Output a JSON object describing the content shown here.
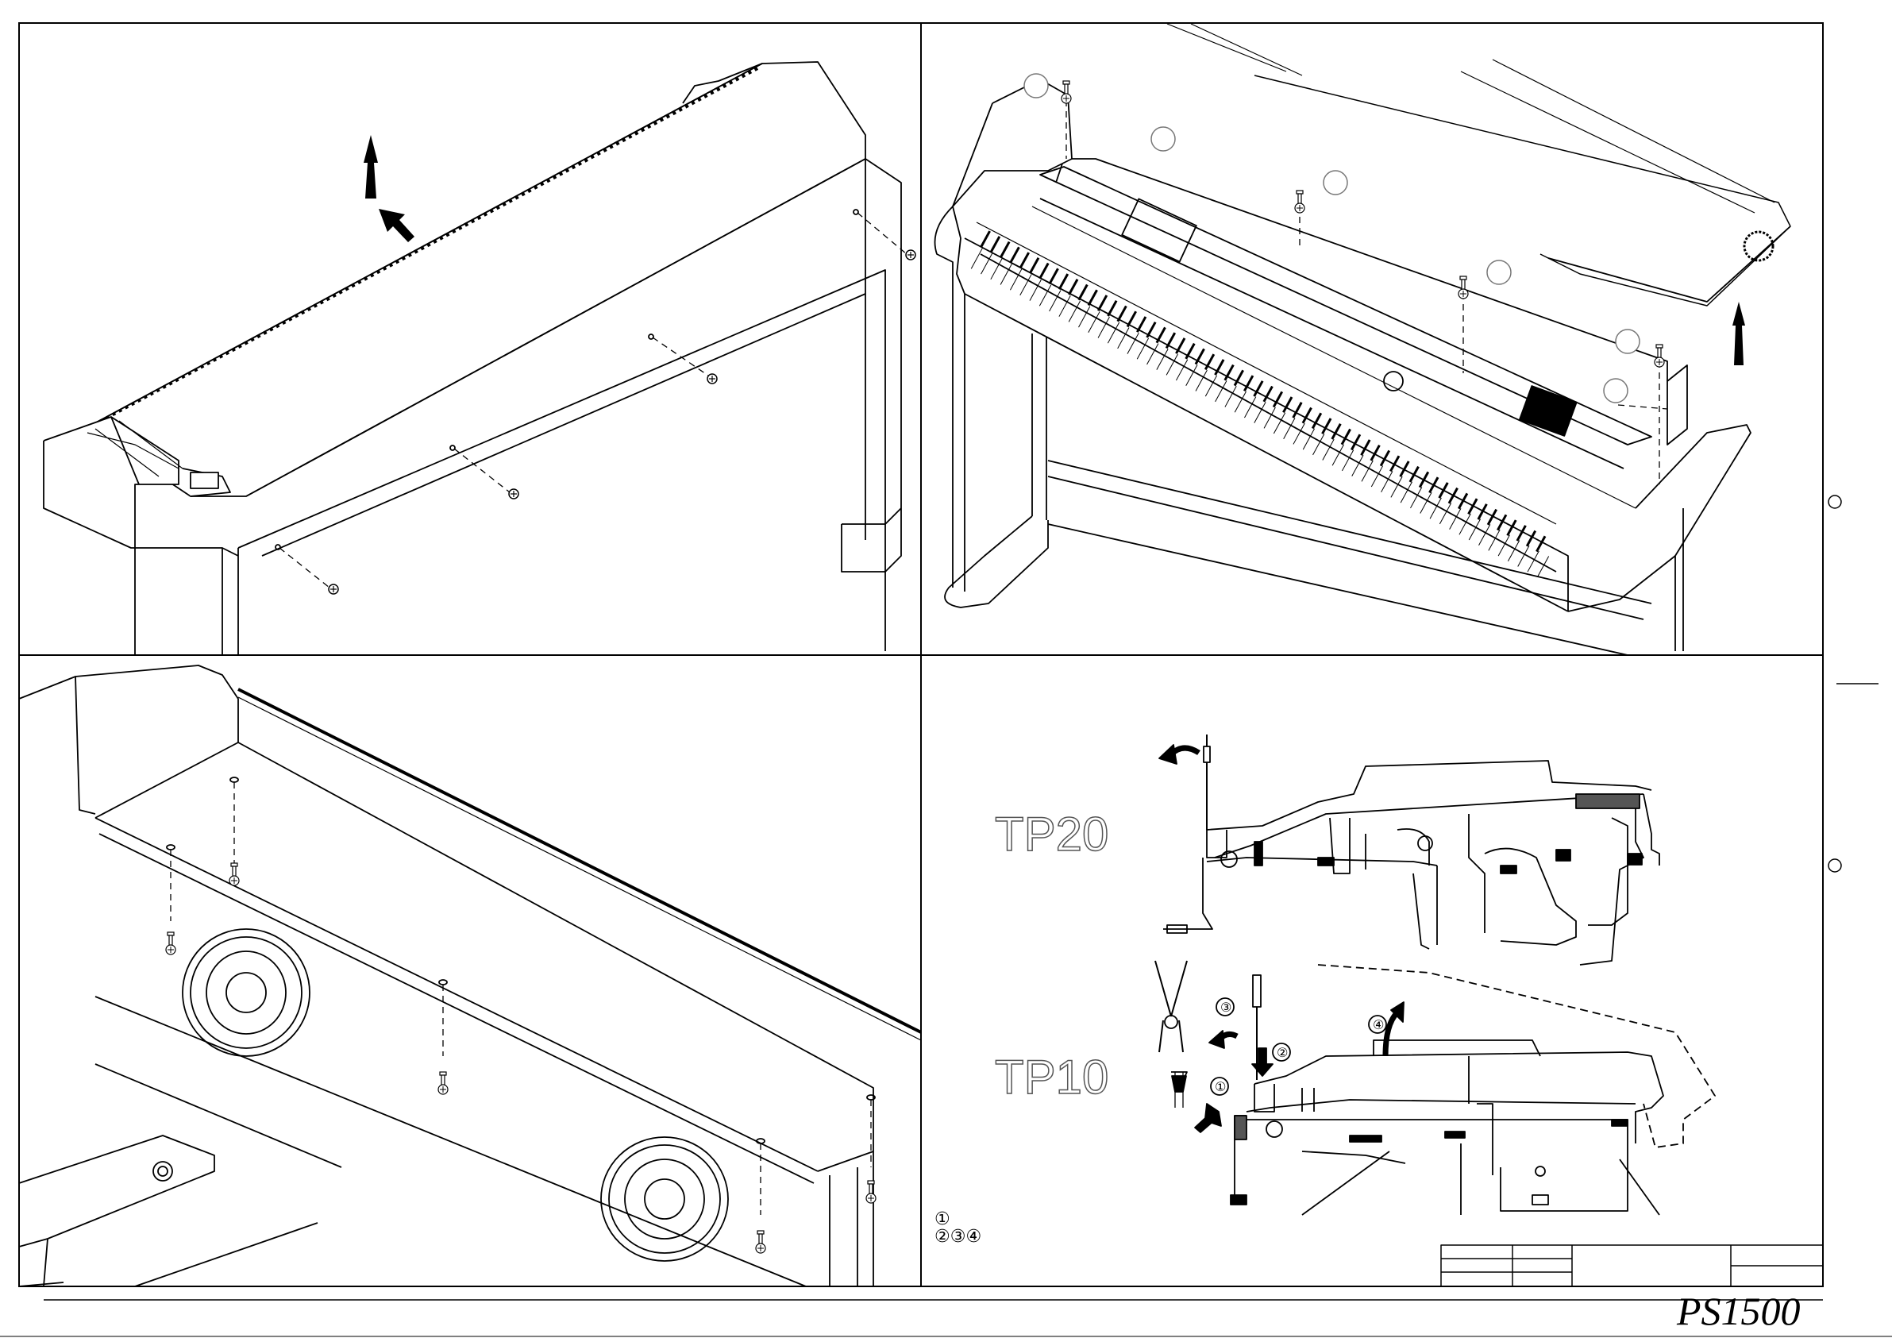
{
  "labels": {
    "tp20": "TP20",
    "tp10": "TP10",
    "step_legend_1": "①",
    "step_legend_2": "②③④",
    "num1": "①",
    "num2": "②",
    "num3": "③",
    "num4": "④"
  },
  "model": "PS1500",
  "colors": {
    "line": "#000000",
    "background": "#ffffff"
  },
  "icons": [
    "screw-icon",
    "arrow-up-icon",
    "curved-arrow-icon",
    "pliers-icon",
    "screwdriver-icon",
    "speaker-icon",
    "clip-icon"
  ]
}
